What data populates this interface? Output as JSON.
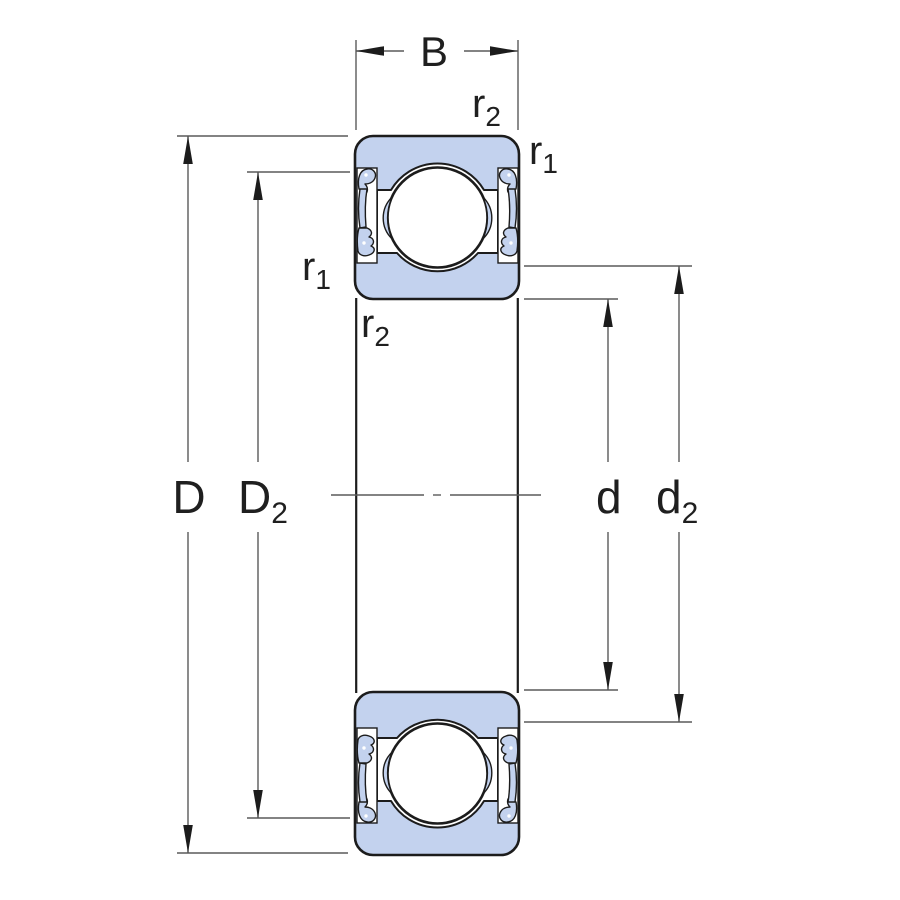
{
  "diagram": {
    "description": "bearing-cross-section-dimension-drawing",
    "dimension_labels": {
      "B": {
        "base": "B",
        "sub": ""
      },
      "D": {
        "base": "D",
        "sub": ""
      },
      "D2": {
        "base": "D",
        "sub": "2"
      },
      "d": {
        "base": "d",
        "sub": ""
      },
      "d2": {
        "base": "d",
        "sub": "2"
      },
      "r1": {
        "base": "r",
        "sub": "1"
      },
      "r2": {
        "base": "r",
        "sub": "2"
      }
    },
    "colors": {
      "part-fill": "#c3d2ee",
      "outline": "#1c1c1c",
      "dim-line": "#5a5a5a",
      "label": "#1f1f1f",
      "background": "#ffffff"
    }
  }
}
